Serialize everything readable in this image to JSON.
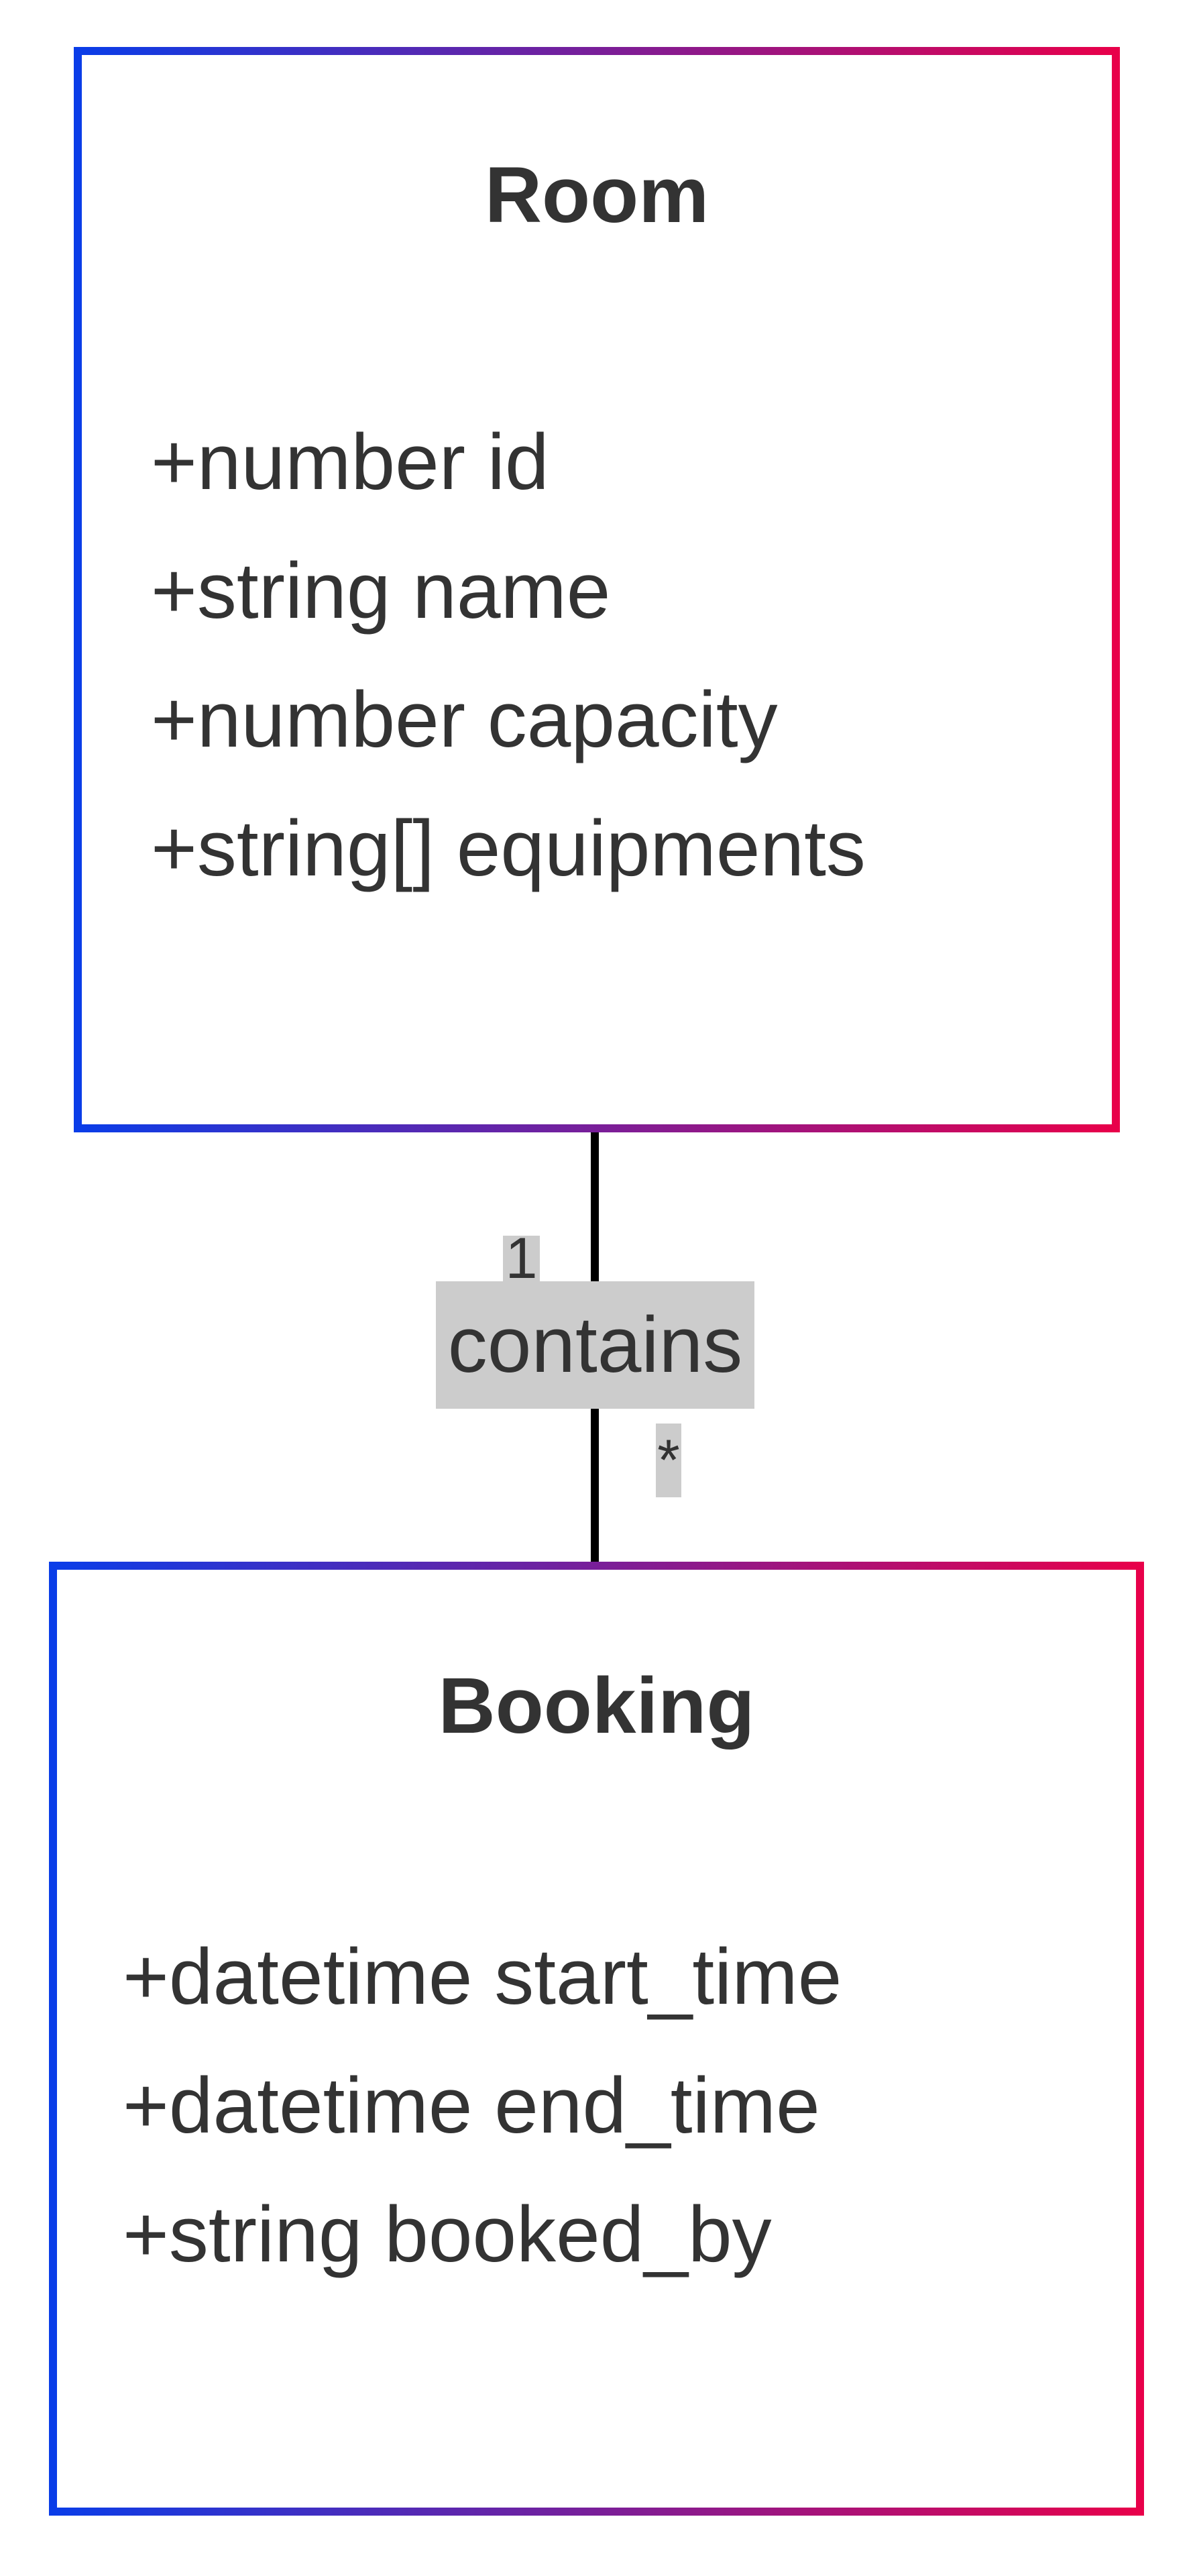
{
  "diagram": {
    "classes": [
      {
        "name": "Room",
        "attributes": [
          "+number id",
          "+string name",
          "+number capacity",
          "+string[] equipments"
        ],
        "methods": []
      },
      {
        "name": "Booking",
        "attributes": [
          "+datetime start_time",
          "+datetime end_time",
          "+string booked_by"
        ],
        "methods": []
      }
    ],
    "relationship": {
      "label": "contains",
      "source_multiplicity": "1",
      "target_multiplicity": "*"
    }
  },
  "colors": {
    "gradient_start": "#0a3de8",
    "gradient_end": "#e8004a",
    "text": "#333333",
    "label_background": "#cccccc",
    "line": "#000000"
  }
}
